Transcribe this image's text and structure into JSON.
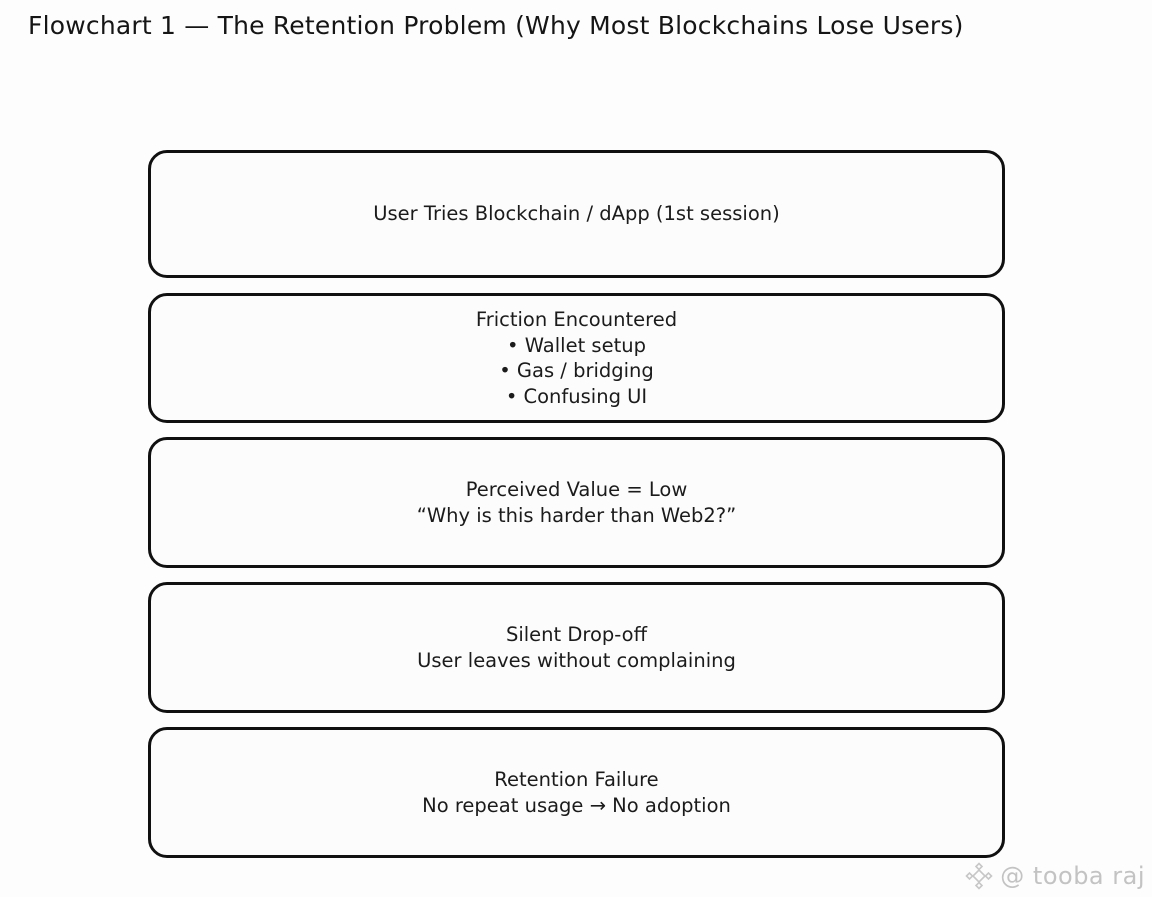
{
  "title": "Flowchart 1 — The Retention Problem (Why Most Blockchains Lose Users)",
  "diagram": {
    "type": "flowchart",
    "boxes": [
      {
        "id": "first-session",
        "lines": [
          "User Tries Blockchain / dApp (1st session)"
        ]
      },
      {
        "id": "friction",
        "lines": [
          "Friction Encountered",
          "• Wallet setup",
          "• Gas / bridging",
          "• Confusing UI"
        ]
      },
      {
        "id": "perceived-value",
        "lines": [
          "Perceived Value = Low",
          "“Why is this harder than Web2?”"
        ]
      },
      {
        "id": "silent-dropoff",
        "lines": [
          "Silent Drop-off",
          "User leaves without complaining"
        ]
      },
      {
        "id": "retention-failure",
        "lines": [
          "Retention Failure",
          "No repeat usage → No adoption"
        ]
      }
    ]
  },
  "watermark": {
    "icon": "diamond-ornament-icon",
    "text": "@ tooba raj"
  },
  "colors": {
    "background": "#fdfdfd",
    "box_fill": "#fcfcfc",
    "box_border": "#101010",
    "text": "#1b1b1b",
    "watermark": "#c3c3c3"
  }
}
